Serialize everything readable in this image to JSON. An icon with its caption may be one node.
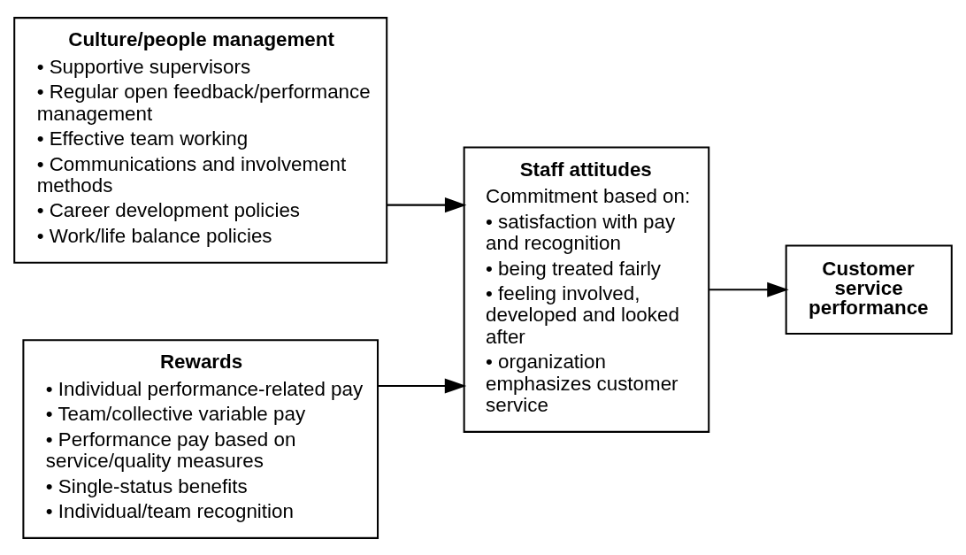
{
  "diagram": {
    "nodes": [
      {
        "text": [
          "Culture/people management",
          "• Supportive supervisors",
          "• Regular open feedback/performance management",
          "• Effective team working",
          "• Communications and involvement methods",
          "• Career development policies",
          "• Work/life balance policies"
        ]
      },
      {
        "text": [
          "Rewards",
          "• Individual performance-related pay",
          "• Team/collective variable pay",
          "• Performance pay based on service/quality measures",
          "• Single-status benefits",
          "• Individual/team recognition"
        ]
      },
      {
        "text": [
          "Staff attitudes",
          "Commitment based on:",
          "• satisfaction with pay and recognition",
          "• being treated fairly",
          "• feeling involved, developed and looked after",
          "• organization emphasizes customer service"
        ]
      },
      {
        "text": [
          "Customer service performance"
        ]
      }
    ],
    "edges": [
      {
        "from": 0,
        "to": 2,
        "arrow": "to"
      },
      {
        "from": 1,
        "to": 2,
        "arrow": "to"
      },
      {
        "from": 2,
        "to": 3,
        "arrow": "to"
      }
    ]
  }
}
